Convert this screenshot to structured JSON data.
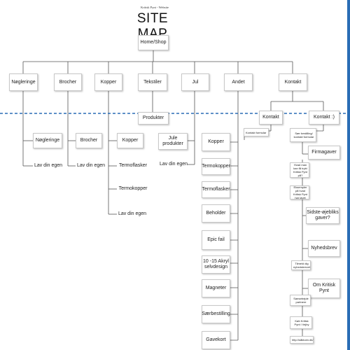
{
  "header": {
    "subtitle": "Kritisk Pynt - Website",
    "title": "SITE MAP"
  },
  "root": "Home/Shop",
  "sections": {
    "noegleringe": {
      "label": "Nøgleringe",
      "children": [
        "Nøgleringe",
        "Lav din egen"
      ]
    },
    "brocher": {
      "label": "Brocher",
      "children": [
        "Brocher",
        "Lav din egen"
      ]
    },
    "kopper": {
      "label": "Kopper",
      "children": [
        "Kopper",
        "Termoflasker",
        "Termokopper",
        "Lav din egen"
      ]
    },
    "tekstiler": {
      "label": "Tekstiler"
    },
    "produkter": {
      "label": "Produkter"
    },
    "jul": {
      "label": "Jul",
      "children": [
        "Jule produkter",
        "Lav din egen"
      ]
    },
    "andet": {
      "label": "Andet",
      "children": [
        "Kopper",
        "Termokopper",
        "Termoflasker",
        "Beholder",
        "Epic fail",
        "10 -15 Akryl selvdesign",
        "Magneter",
        "Særbestilling",
        "Gavekort"
      ]
    },
    "kontakt": {
      "label": "Kontakt",
      "left": {
        "label": "Kontakt",
        "note": "Kontakt formular"
      },
      "right": {
        "label": "Kontakt :)",
        "note": "Sær bestilling/ kontakt formular",
        "items": [
          {
            "label": "Firmagaver",
            "notes": [
              "Hvad man kan få trykt Kritisk Pynt på?",
              "Eksempler på hvad Kritisk Pynt har lavet"
            ]
          },
          {
            "label": "Sidste-øjebliks gaver?",
            "notes": []
          },
          {
            "label": "Nyhedsbrev",
            "notes": [
              "Tilmeld dig nyhedsbrevet"
            ]
          },
          {
            "label": "Om Kritisk Pynt",
            "notes": [
              "Samarbejde partnere",
              "Køb Kritisk Pynt i Vejby",
              "http://såktoen.dk/"
            ]
          }
        ]
      }
    }
  },
  "colors": {
    "line": "#555555",
    "dash": "#2a6db5",
    "border": "#c8c8c8",
    "edge_bar": "#2a6db5"
  }
}
